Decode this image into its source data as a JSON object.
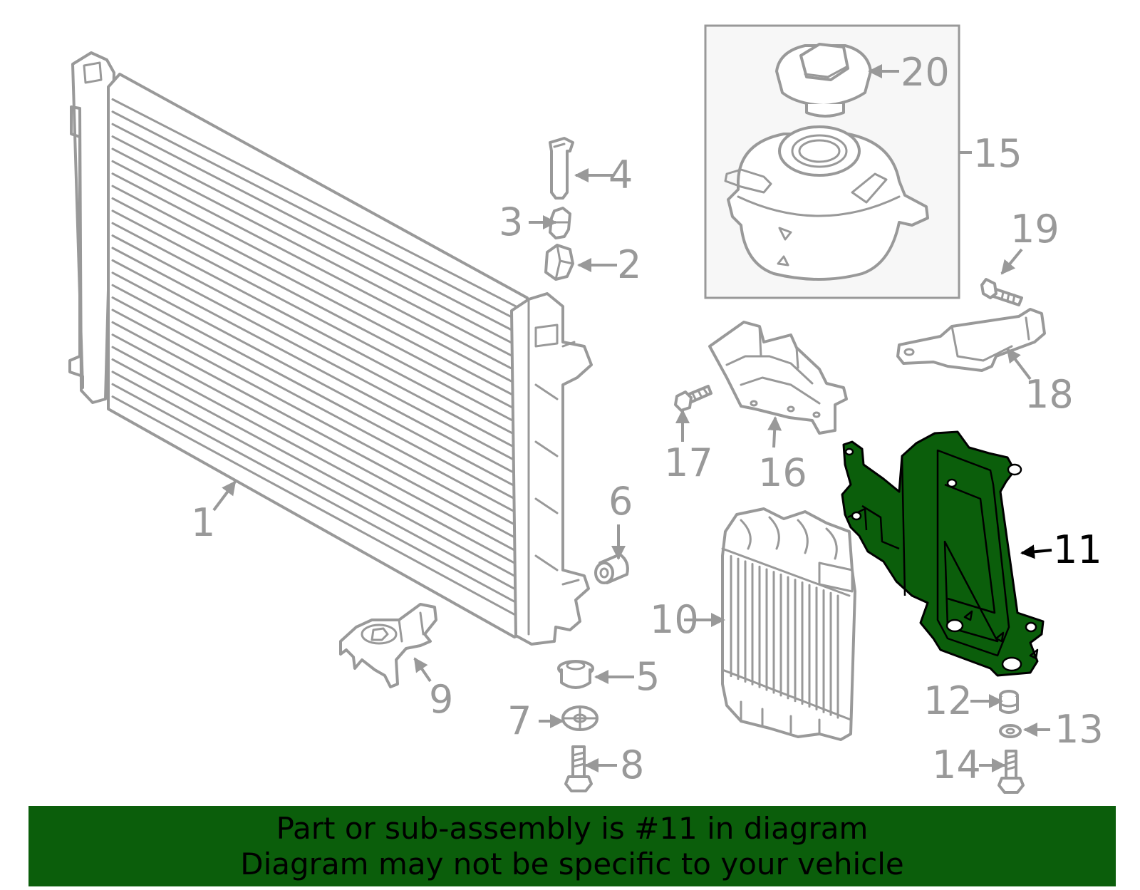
{
  "colors": {
    "highlight": "#0b5e0b",
    "part_stroke": "#999999",
    "label_gray": "#999999",
    "label_highlight": "#000000",
    "inset_background": "#f7f7f7"
  },
  "labels": {
    "l1": "1",
    "l2": "2",
    "l3": "3",
    "l4": "4",
    "l5": "5",
    "l6": "6",
    "l7": "7",
    "l8": "8",
    "l9": "9",
    "l10": "10",
    "l11": "11",
    "l12": "12",
    "l13": "13",
    "l14": "14",
    "l15": "15",
    "l16": "16",
    "l17": "17",
    "l18": "18",
    "l19": "19",
    "l20": "20"
  },
  "highlighted_part": "11",
  "banner": {
    "line1": "Part or sub-assembly is #11 in diagram",
    "line2": "Diagram may not be specific to your vehicle"
  }
}
